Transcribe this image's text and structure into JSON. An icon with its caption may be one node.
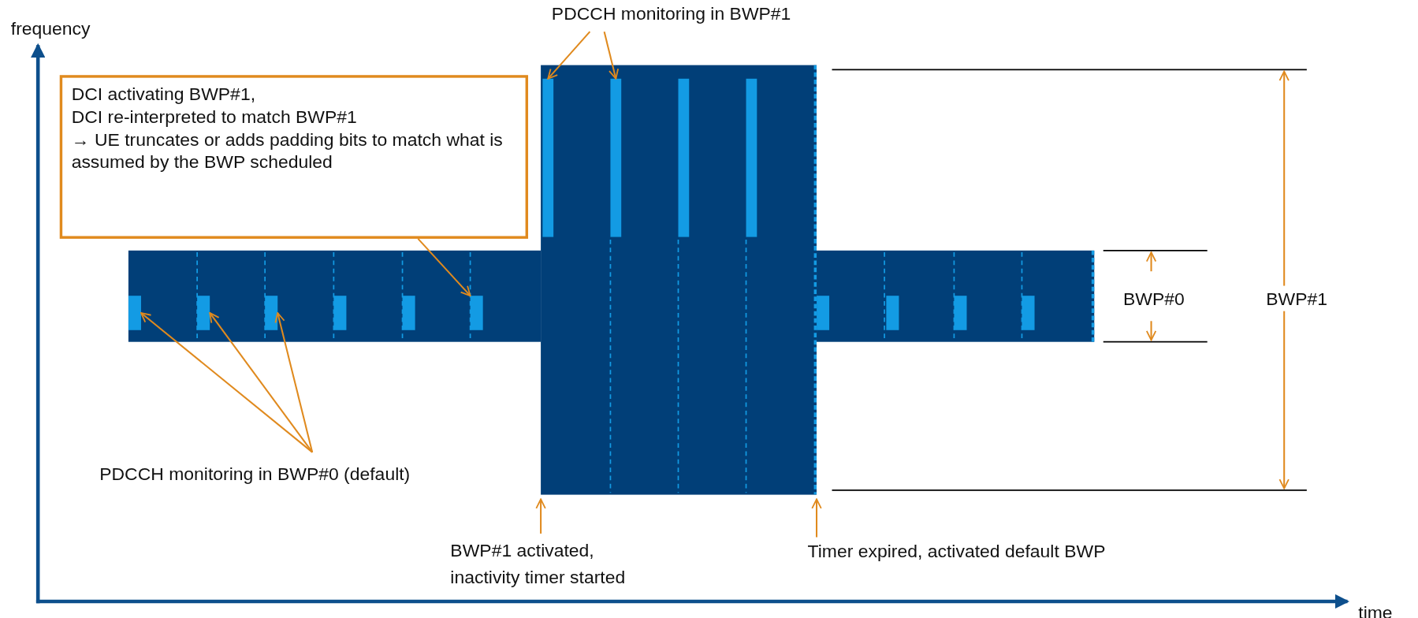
{
  "diagram": {
    "nodes": [
      {
        "text": [
          "PDCCH monitoring in BWP#1"
        ]
      },
      {
        "text": [
          "DCI activating BWP#1,",
          "DCI re-interpreted to match BWP#1",
          "→ UE truncates or adds padding bits to match what is assumed by the BWP scheduled"
        ]
      },
      {
        "text": [],
        "shape": "box"
      },
      {
        "text": [],
        "shape": "bar",
        "in": 2
      },
      {
        "text": [],
        "shape": "bar",
        "in": 2
      },
      {
        "text": [],
        "shape": "bar",
        "in": 2
      },
      {
        "text": [],
        "shape": "bar",
        "in": 2
      },
      {
        "text": [],
        "shape": "bar",
        "in": 2
      },
      {
        "text": [],
        "shape": "bar",
        "in": 2
      },
      {
        "text": [],
        "shape": "box"
      },
      {
        "text": [],
        "shape": "bar",
        "in": 9
      },
      {
        "text": [],
        "shape": "bar",
        "in": 9
      },
      {
        "text": [],
        "shape": "bar",
        "in": 9
      },
      {
        "text": [],
        "shape": "bar",
        "in": 9
      },
      {
        "text": [],
        "shape": "box"
      },
      {
        "text": [],
        "shape": "bar",
        "in": 14
      },
      {
        "text": [],
        "shape": "bar",
        "in": 14
      },
      {
        "text": [],
        "shape": "bar",
        "in": 14
      },
      {
        "text": [],
        "shape": "bar",
        "in": 14
      },
      {
        "text": [
          "PDCCH monitoring in BWP#0 (default)"
        ]
      },
      {
        "text": [
          "BWP#1 activated, inactivity timer started"
        ]
      },
      {
        "text": [
          "Timer expired, activated default BWP"
        ]
      }
    ],
    "edges": [
      {
        "from": 0,
        "to": 10,
        "arrow": "to"
      },
      {
        "from": 0,
        "to": 11,
        "arrow": "to"
      },
      {
        "from": 1,
        "to": 8,
        "arrow": "to"
      },
      {
        "from": 19,
        "to": 3,
        "arrow": "to"
      },
      {
        "from": 19,
        "to": 4,
        "arrow": "to"
      },
      {
        "from": 19,
        "to": 5,
        "arrow": "to"
      },
      {
        "from": 20,
        "to": 9,
        "arrow": "to"
      },
      {
        "from": 21,
        "to": 9,
        "arrow": "to"
      }
    ],
    "labels": [
      "frequency",
      "BWP#0",
      "BWP#1",
      "time"
    ]
  }
}
